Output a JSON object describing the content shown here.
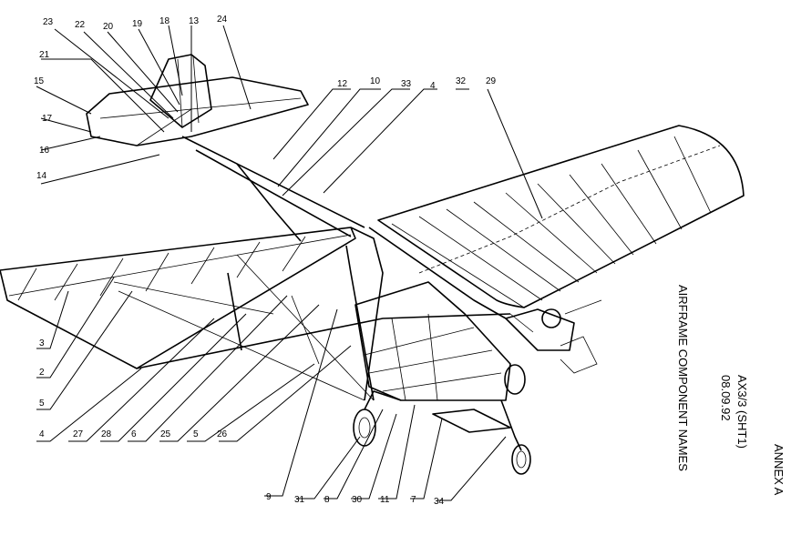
{
  "title_block": {
    "annex": "ANNEX A",
    "drawing_ref": "AX3/3  (SHT1)",
    "date": "08.09.92",
    "subject": "AIRFRAME COMPONENT NAMES"
  },
  "callouts": [
    {
      "id": "c23",
      "label": "23"
    },
    {
      "id": "c22",
      "label": "22"
    },
    {
      "id": "c20",
      "label": "20"
    },
    {
      "id": "c19",
      "label": "19"
    },
    {
      "id": "c18",
      "label": "18"
    },
    {
      "id": "c13",
      "label": "13"
    },
    {
      "id": "c24",
      "label": "24"
    },
    {
      "id": "c21",
      "label": "21"
    },
    {
      "id": "c15",
      "label": "15"
    },
    {
      "id": "c17",
      "label": "17"
    },
    {
      "id": "c16",
      "label": "16"
    },
    {
      "id": "c14",
      "label": "14"
    },
    {
      "id": "c12",
      "label": "12"
    },
    {
      "id": "c10",
      "label": "10"
    },
    {
      "id": "c33",
      "label": "33"
    },
    {
      "id": "c4a",
      "label": "4"
    },
    {
      "id": "c32",
      "label": "32"
    },
    {
      "id": "c29",
      "label": "29"
    },
    {
      "id": "c3",
      "label": "3"
    },
    {
      "id": "c2",
      "label": "2"
    },
    {
      "id": "c5a",
      "label": "5"
    },
    {
      "id": "c4b",
      "label": "4"
    },
    {
      "id": "c27",
      "label": "27"
    },
    {
      "id": "c28",
      "label": "28"
    },
    {
      "id": "c6",
      "label": "6"
    },
    {
      "id": "c25",
      "label": "25"
    },
    {
      "id": "c5b",
      "label": "5"
    },
    {
      "id": "c26",
      "label": "26"
    },
    {
      "id": "c9",
      "label": "9"
    },
    {
      "id": "c31",
      "label": "31"
    },
    {
      "id": "c8",
      "label": "8"
    },
    {
      "id": "c30",
      "label": "30"
    },
    {
      "id": "c11",
      "label": "11"
    },
    {
      "id": "c7",
      "label": "7"
    },
    {
      "id": "c34",
      "label": "34"
    }
  ]
}
